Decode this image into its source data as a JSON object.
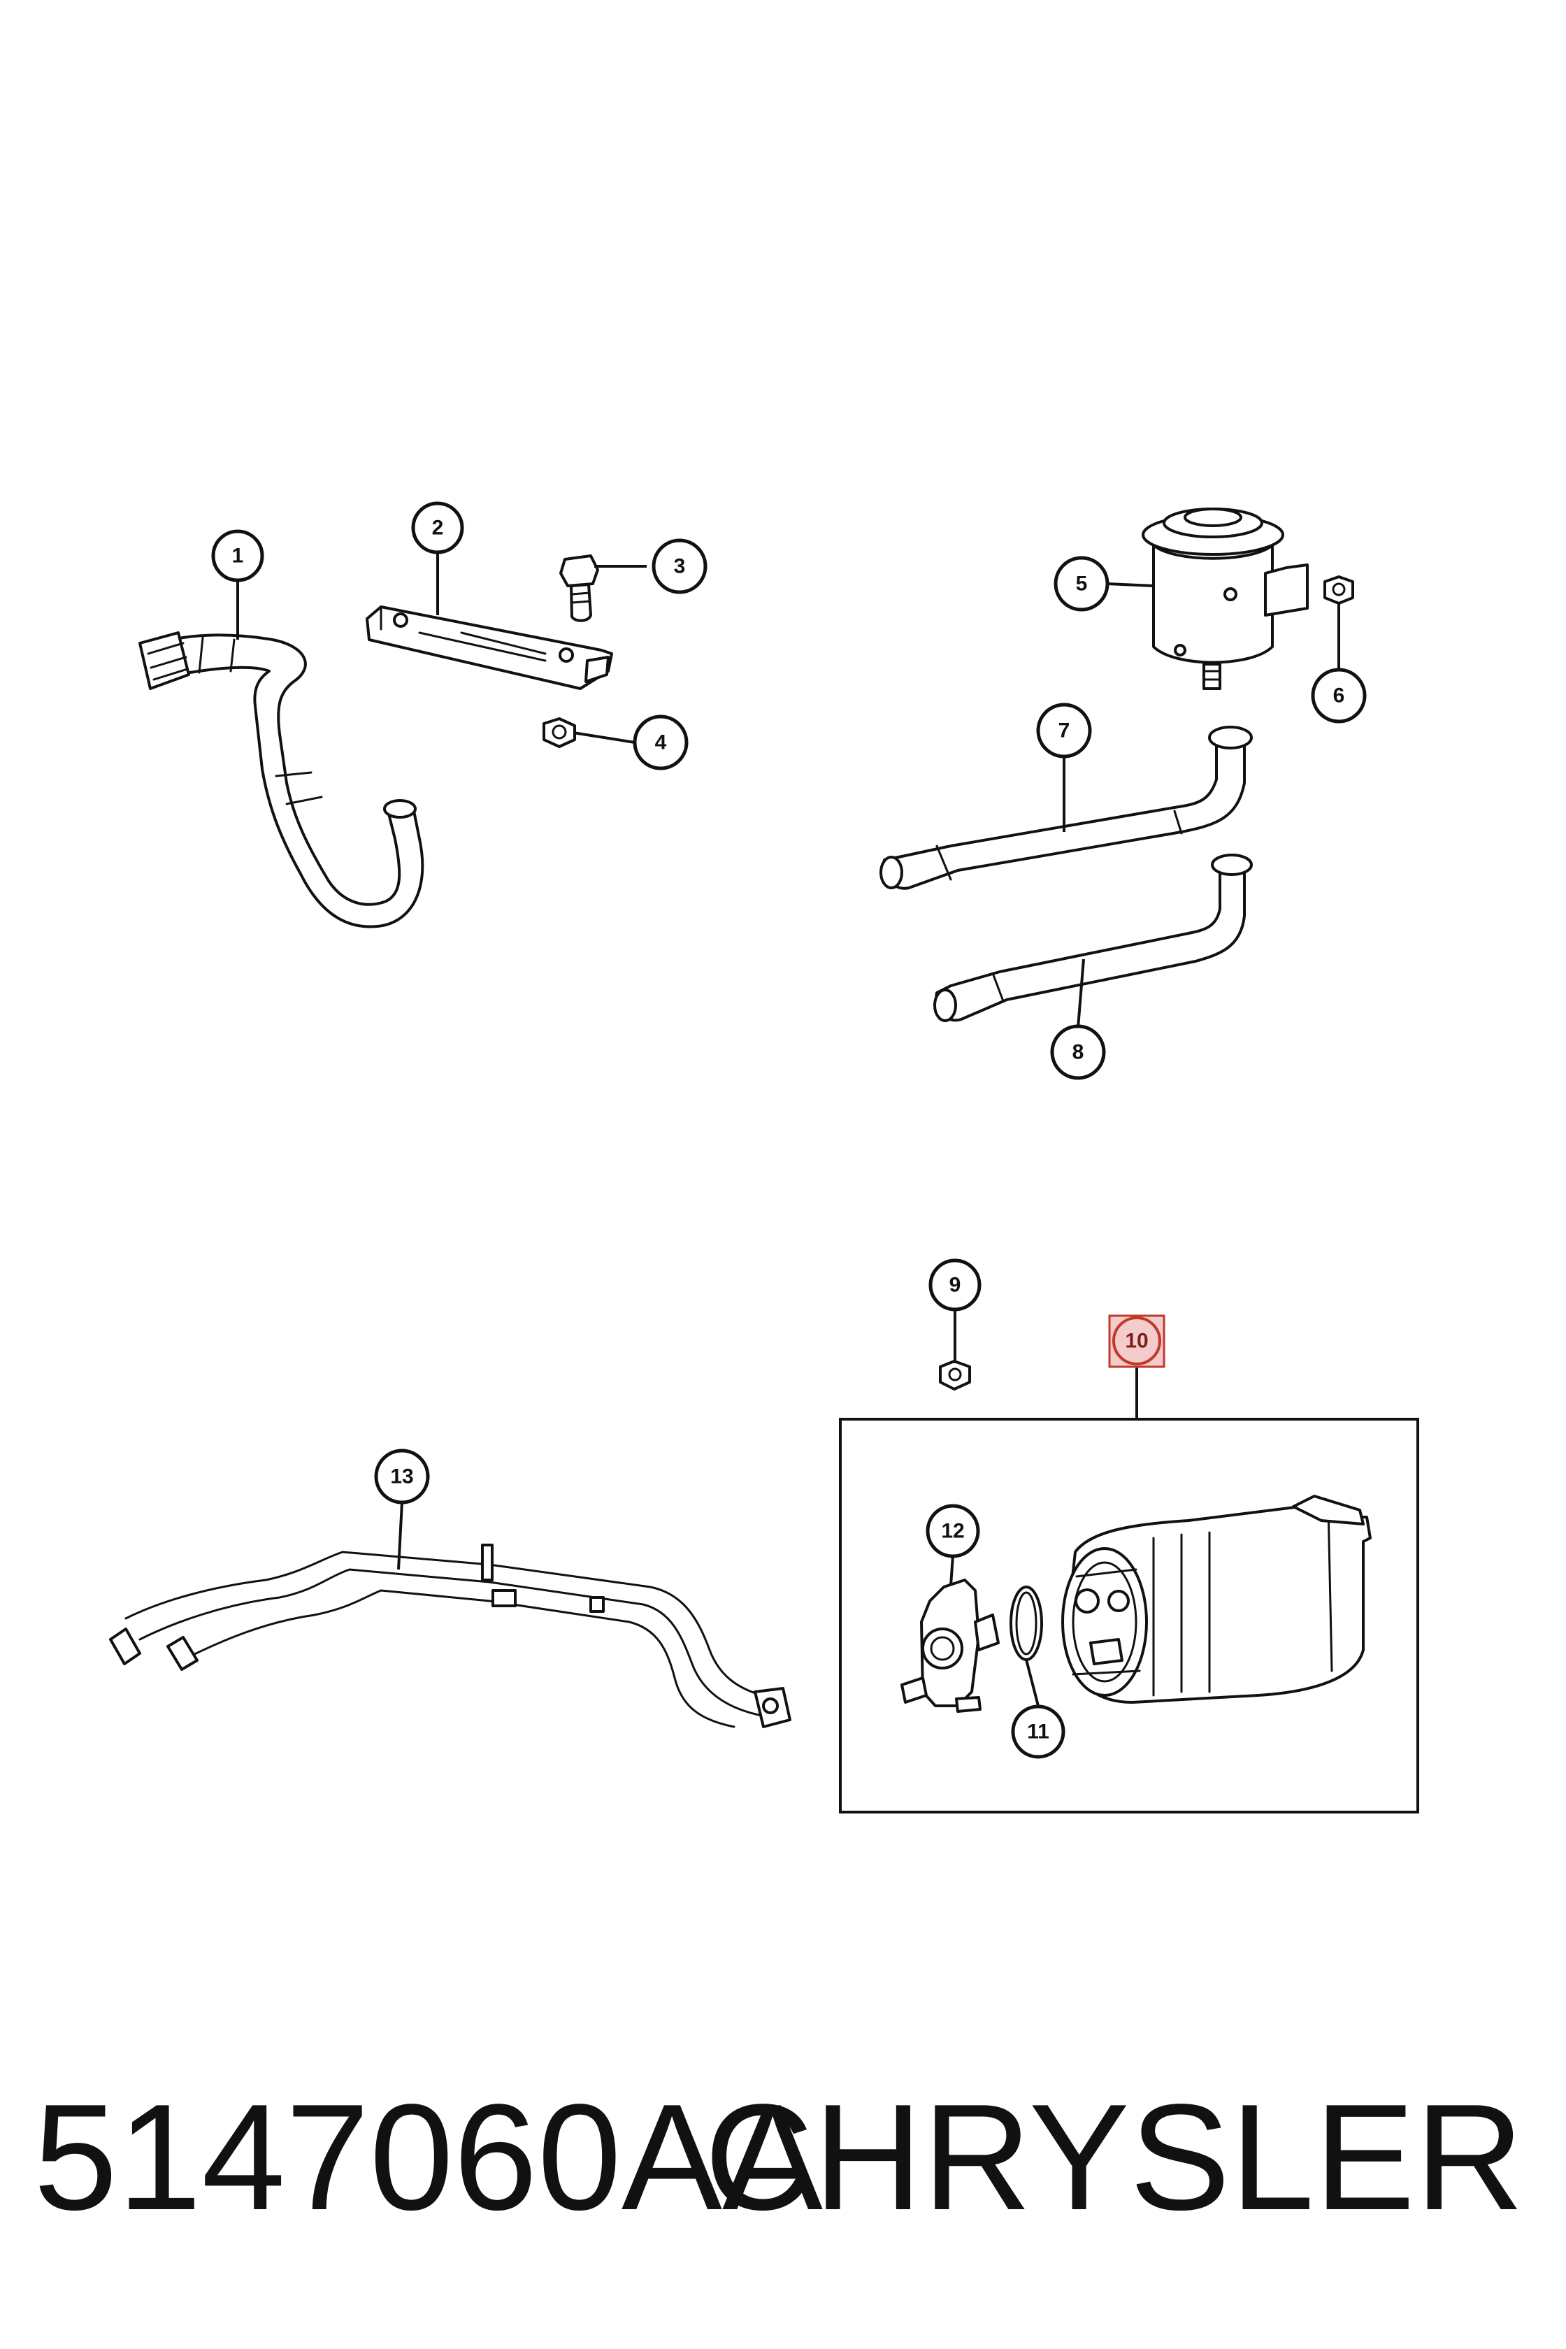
{
  "callouts": {
    "c1": "1",
    "c2": "2",
    "c3": "3",
    "c4": "4",
    "c5": "5",
    "c6": "6",
    "c7": "7",
    "c8": "8",
    "c9": "9",
    "c10": "10",
    "c11": "11",
    "c12": "12",
    "c13": "13"
  },
  "highlighted_callout": "10",
  "highlight_color": "#f4cccc",
  "footer": {
    "part_number": "5147060AA",
    "brand": "CHRYSLER"
  }
}
